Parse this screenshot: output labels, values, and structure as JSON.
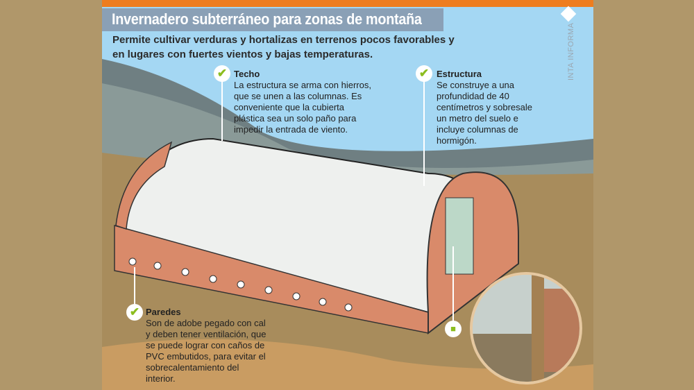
{
  "header": {
    "title": "Invernadero subterráneo para zonas de montaña",
    "subtitle": "Permite cultivar verduras y hortalizas en terrenos pocos favorables y en lugares con fuertes vientos y bajas temperaturas.",
    "brand": "INTA INFORMA"
  },
  "callouts": {
    "techo": {
      "title": "Techo",
      "text": "La estructura se arma con hierros, que se unen a las columnas. Es conveniente que la cubierta plástica sea un solo paño para impedir la entrada de viento."
    },
    "estructura": {
      "title": "Estructura",
      "text": "Se construye a una profundidad de 40 centímetros y sobresale un metro del suelo e incluye columnas de hormigón."
    },
    "paredes": {
      "title": "Paredes",
      "text": "Son de adobe pegado con cal y deben tener ventilación, que se puede lograr con caños de PVC embutidos, para evitar el sobrecalentamiento del interior."
    }
  },
  "icons": {
    "check": "check-icon",
    "camera": "camera-icon"
  },
  "colors": {
    "accent": "#ee7d1f",
    "check": "#8cbd1f",
    "sky": "#a4d7f3",
    "brick": "#d98a6a"
  }
}
